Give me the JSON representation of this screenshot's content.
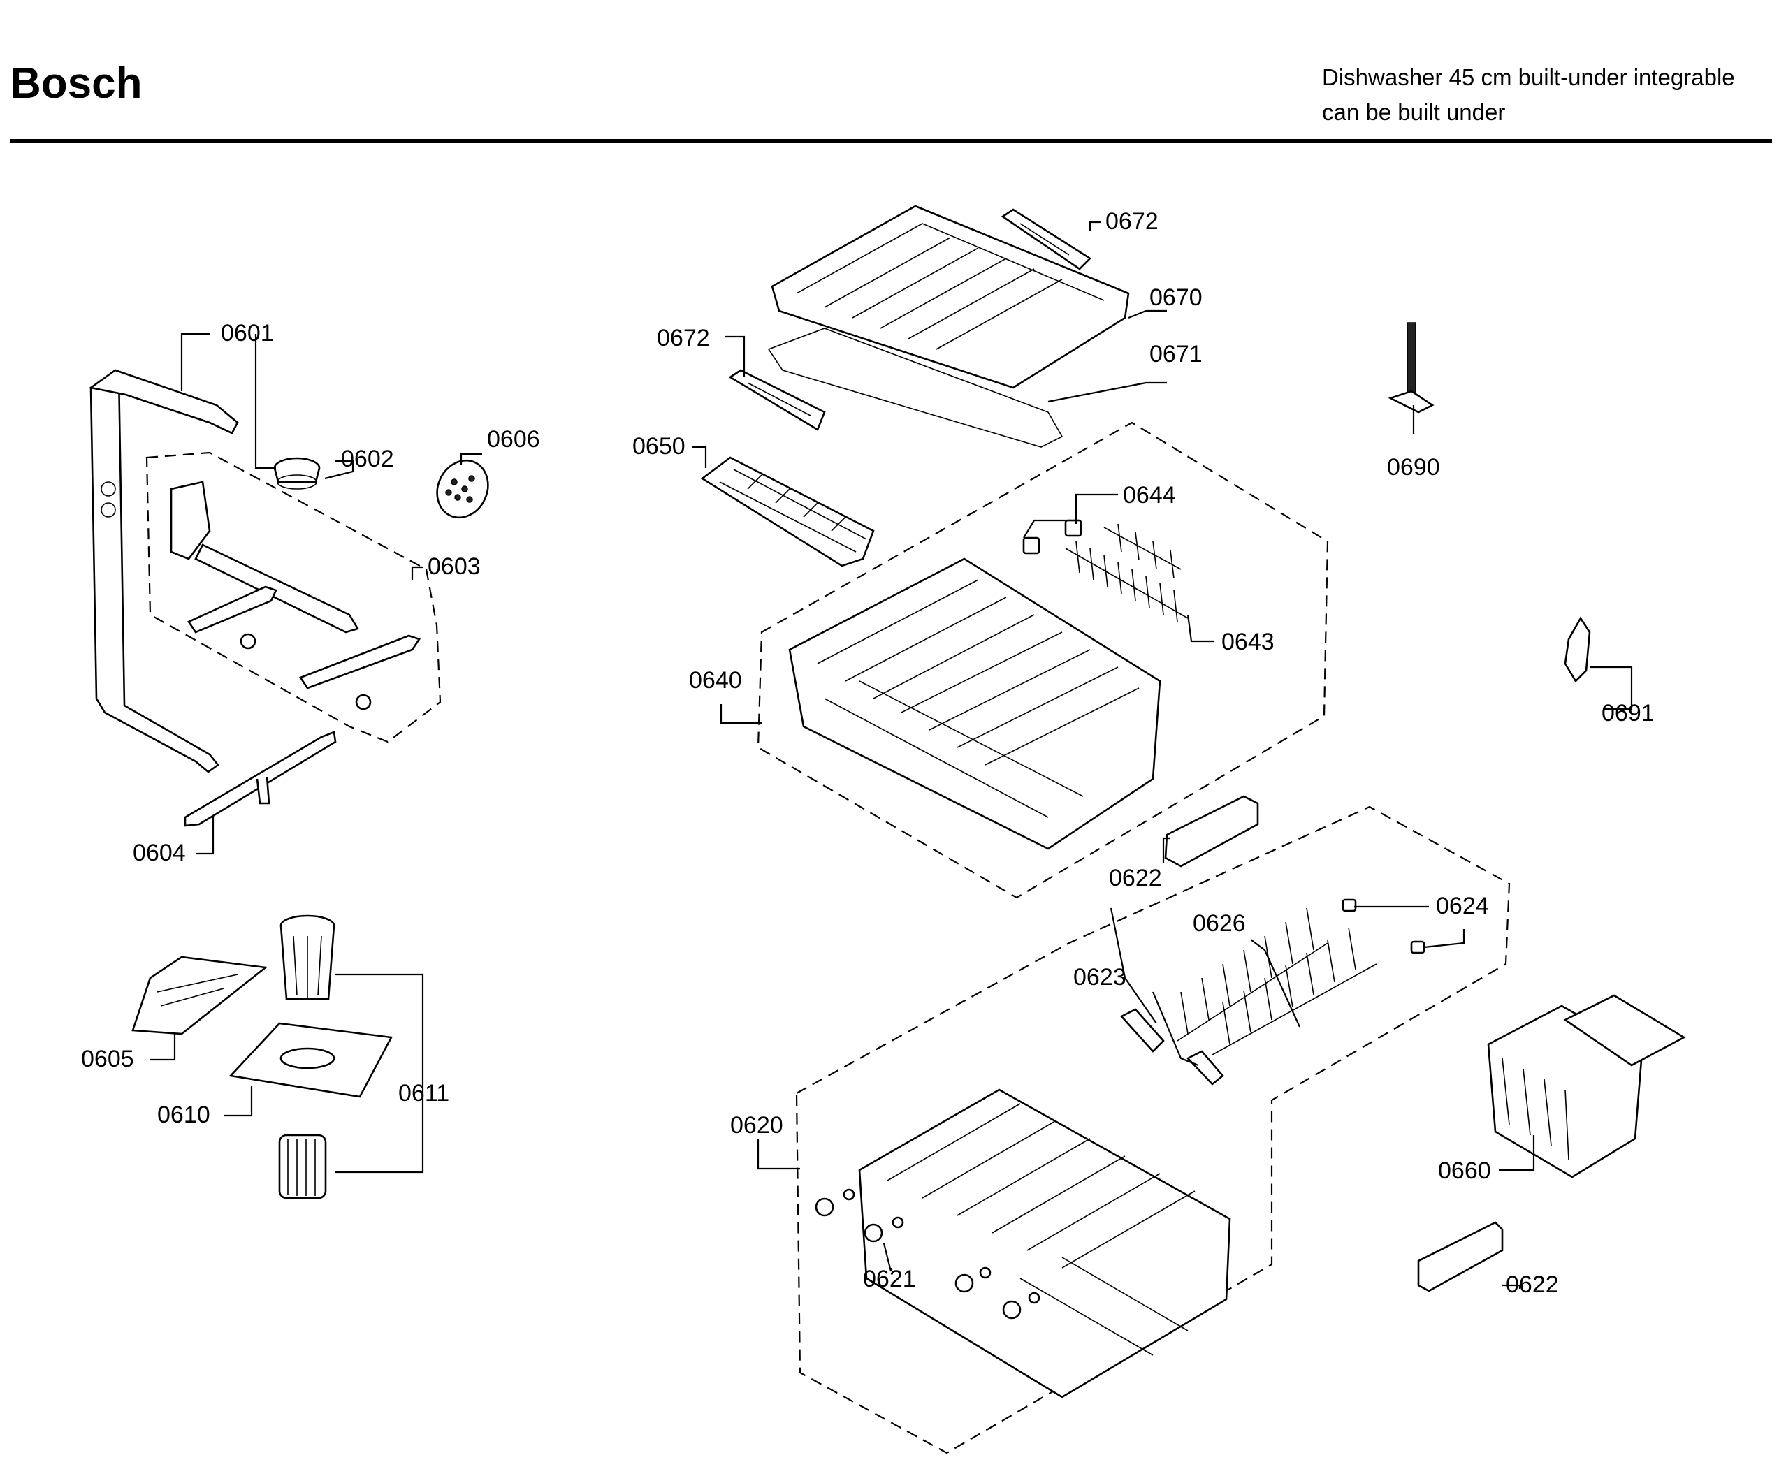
{
  "header": {
    "brand": "Bosch",
    "title_line1": "Dishwasher 45 cm built-under integrable",
    "title_line2": "can be built under"
  },
  "callouts": {
    "c0601": "0601",
    "c0602": "0602",
    "c0603": "0603",
    "c0604": "0604",
    "c0605": "0605",
    "c0606": "0606",
    "c0610": "0610",
    "c0611": "0611",
    "c0620": "0620",
    "c0621": "0621",
    "c0622a": "0622",
    "c0622b": "0622",
    "c0623": "0623",
    "c0624": "0624",
    "c0626": "0626",
    "c0640": "0640",
    "c0643": "0643",
    "c0644": "0644",
    "c0650": "0650",
    "c0660": "0660",
    "c0670": "0670",
    "c0671": "0671",
    "c0672a": "0672",
    "c0672b": "0672",
    "c0690": "0690",
    "c0691": "0691"
  }
}
